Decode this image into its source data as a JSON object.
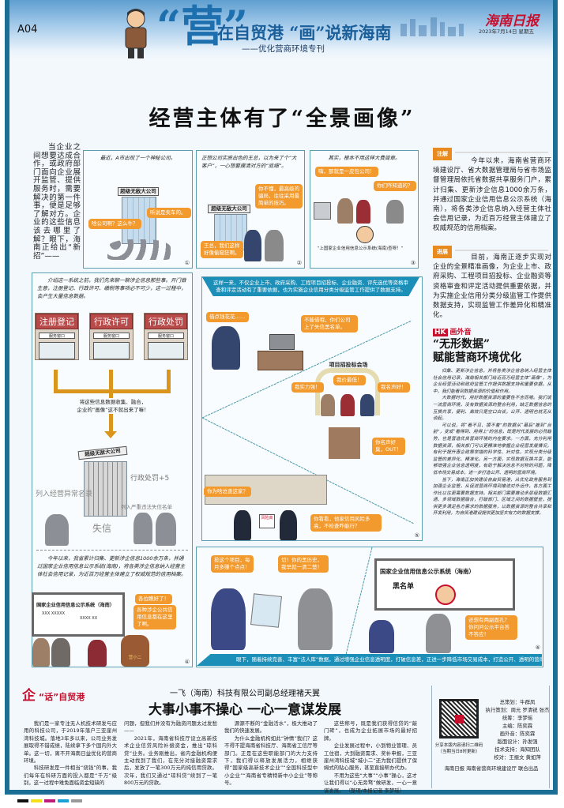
{
  "header": {
    "page_no": "A04",
    "big_char": "“营”",
    "title": "在自贸港 “画”说新海南",
    "subtitle": "——优化营商环境专刊",
    "newspaper": "海南日报",
    "date": "2023年7月14日 星期五"
  },
  "main_title": "经营主体有了“全景画像”",
  "intro": "当企业之间想要达成合作，或政府部门面向企业展开监管、提供服务时，需要解决的第一件事，便是足够了解对方。企业的这些信息该去哪里了解？眼下，海南正给出“新招”——",
  "comic": {
    "p1": {
      "caption": "最近，A市出现了一个神秘公司。",
      "sign": "超级无敌大公司",
      "b1": "啥公司啊？这么牛？",
      "b2": "听说是卖车的。",
      "num": "①"
    },
    "p2": {
      "caption": "正想公司实质出色的王总，以为来了个“大客户”，一心想要摸清对方的“底细”。",
      "sign": "超级无敌大公司",
      "b1": "你不懂，最高级的骗局，往往采用最简单的技巧。",
      "b2": "王总，我们这样好像偷窥狂啊。",
      "num": "②"
    },
    "p3": {
      "caption": "其实，根本不用这样大费周章。",
      "b1": "嗨，那就是一皮包公司！",
      "b2": "你们咋知道的？",
      "quote": "“上国家企业信用信息公示系统(海南)查呀！”",
      "num": "③"
    },
    "p4": {
      "caption": "介绍这一系统之前，我们先来聊一聊涉企信息那些事。开门做生意，注册登记、行政许可、缴税等事项必不可少，这一过程中，会产生大量信息数据。",
      "offices": [
        "注册登记",
        "行政许可",
        "行政处罚"
      ],
      "window": "服务窗口",
      "merge": "将这些信息数据收集、融合，",
      "merge2": "企业的“画像”这不就出来了嘛！",
      "sign": "超级无敌大公司",
      "labels": [
        "行政处罚+5",
        "列入经营异常名录",
        "列入严重违法失信名单",
        "失信"
      ],
      "caption2": "今年以来，我省累计归集、更新涉企信息1000余万条，并通过国家企业信用信息公示系统(海南)，将各类涉企信息纳入经营主体社会信用记录，为近百万经营主体建立了权威规范的信用档案。",
      "board": "国家企业信用信息公示系统（海南）",
      "board_rows": [
        "XXX  XXXXX",
        "XXXX  XX"
      ],
      "b1": "各位瞧好了！",
      "b2": "各种涉企公共信用信息都在这里了啊。",
      "badge": "营小二",
      "num": "④"
    },
    "p5": {
      "caption": "这样一来，不仅企业上市、政府采购、工程项目招投标、企业融资、评先选优等资格审查和评定活动有了重要依据，也为实施企业信用分类分级监管工作提供了数据支持。",
      "b1": "借点钱花花……",
      "b2": "不能借哦，你们公司上了失信黑名单。",
      "arch": "项目招投标会场",
      "b3": "我实力强！",
      "b4": "我价最低！",
      "b5": "我名声好！",
      "b6": "你名声好臭，OUT！",
      "b7": "你为啥总查这家？",
      "b8": "你看看，他家信用风险多高，不检查咋能行？",
      "doc": "风险高",
      "num": "⑤"
    },
    "p6": {
      "b1": "投这个项目，每月多赚个点点！",
      "b2": "切！你的黑历史，我早就一清二楚！",
      "board": "国家企业信用信息公示系统（海南）",
      "blacklist": "黑名单",
      "b3": "还想有两副面孔？你问问公示平台答不答应！",
      "caption": "眼下，随着持续完善、丰富“法人库”数据，通过增强企业信息透明度，打破信息差，正进一步降低市场交易成本，打造公开、透明的营商环境。",
      "num": "⑥"
    }
  },
  "sidebar": {
    "note_tag": "注解",
    "note": "今年以来，海南省营商环境建设厅、省大数据管理局与省市场监督管理局依托省数据共享服务门户，累计归集、更新涉企信息1000余万条，并通过国家企业信用信息公示系统（海南），将各类涉企信息纳入经营主体社会信用记录，为近百万经营主体建立了权威规范的信用档案。",
    "progress_tag": "进展",
    "progress": "目前，海南正逐步实现对企业的全景精准画像，为企业上市、政府采购、工程项目招投标、企业融资等资格审查和评定活动提供重要依据，并为实施企业信用分类分级监管工作提供数据支持，实现监管工作差异化和精准化。",
    "column_logo": "HK",
    "column_name": "画外音",
    "comment_title_1": "“无形数据”",
    "comment_title_2": "赋能营商环境优化",
    "comment": [
      "归集、更新涉企信息，并将各类涉企信息纳入经营主体社会信用记录，海南相关部门给近百万经营主体“画像”，为企业经营活动和政府监管工作提供数据支持和重要依据。从中，我们能看到数据资源的价值和作用。",
      "大数据时代，用好数据资源的重要性不言而喻。我们说一流营商环境，没有数据资源的整合利用，缺乏数据信息的互换共享，便利、高效只是空口白谈，公开、透明也就无从谈起。",
      "可以说，将“看不见、摸不着”的数据从“幕后”搬到“台前”，变成“看得到、用得上”的信息，既是时代发展的必然趋势，也是营造优良营商环境的内在要求。一方面，充分利用数据资源，相关部门可以更精准地掌握企业经营发展情况，有利于提升惠企政策举措的科学性、针对性，实现分类分级监管的差异化、精准化。另一方面，实现数据互换共享，能够增强企业信息透明度，有助于解决信息不对称的问题，降低市场交易成本，进一步打造公开、透明的营商环境。",
      "当下，海南正加快建设自由贸易港，从优化政务服务到加强企业监管，从促进营商环境到推进对外运作，各方面工作比以往更需要数据支持。相关部门需要推动多层级数据汇通、多领域数据融合，打破部门、区域之间的数据壁垒，提供更多满足各方需求的数据服务，以数据资源的整合共享和开发利用，为自贸港建设提供更加坚实有力的数据支撑。"
    ]
  },
  "article": {
    "column_logo": "企",
    "column_name": "“话”自贸港",
    "subtitle": "一飞（海南）科技有限公司副总经理褚天翼",
    "headline": "大事小事不操心  一心一意谋发展",
    "cols": [
      [
        "我们是一家专注无人机技术研发与应用的科技公司，于2019年落户三亚崖州湾科技城。落地3年多以来，公司业务发展取得不错成绩，陆续拿下多个国内外大单。这一切，离不开海南日益优化的营商环境。",
        "科技研发是一件相当“烧钱”的事，我们每年在科研方面的投入都是“千万”级别，这一过程中难免面临资金短缺的"
      ],
      [
        "问题，但我们并没有为融资问题太过发愁——",
        "2021年，海南省科技厅设立高新技术企业信贷风险补偿资金，推出“琼科贷”业务。业务刚推出，省内金融机构便主动找到了我们，在充分对接融资需求后，发放了一笔300万元的纯信用贷款。次年，我们又通过“琼科贷”续到了一笔800万元的贷款。"
      ],
      [
        "源源不断的“金融活水”，极大推动了我们的快速发展。",
        "为什么金融机构如此“钟情”我们？这不得不提海南省科技厅、海南省工信厅等部门。正是在这些职能部门的大力支持下，我们得以释放发展活力，相继获得“国家级高新技术企业”“全国科技型中小企业”“海南省专精特新中小企业”等称号。"
      ],
      [
        "这些称号，既是我们获得信贷的“敲门砖”，也成为企业拓展市场的最好招牌。",
        "企业发展过程中，小到物业管理、员工住宿，大到融资需求、奖补申报，三亚崖州湾科技城“城小二”还为我们提供了保姆式的贴心服务，甚至直接帮办代办。",
        "不用为这些“大事”“小事”操心，这才让我们得以“心无旁骛”做研发，一心一意谋发展。  （整理/本报记者 李梦瑶）"
      ]
    ]
  },
  "credits": {
    "qr_caption_1": "分享本版内容请扫二维码",
    "qr_caption_2": "（当期当日8时更新）",
    "lines": [
      "总策划：牛群凤",
      "执行策划：周元 罗清锐 张杰",
      "统筹：李梦瑶",
      "主编：陈奕霖",
      "画外音：陈奕霖",
      "版面设计：孙发强",
      "技术支持：海知团队",
      "校对：王振文 黄如萍"
    ],
    "producer": "海南日报 海南省营商环境建设厅 联合出品"
  },
  "colors": {
    "frame": "#1b6f94",
    "bubble": "#f29a2e",
    "accent_red": "#c8102e",
    "tag": "#e88a1d",
    "banner": "#1c8fb8"
  }
}
